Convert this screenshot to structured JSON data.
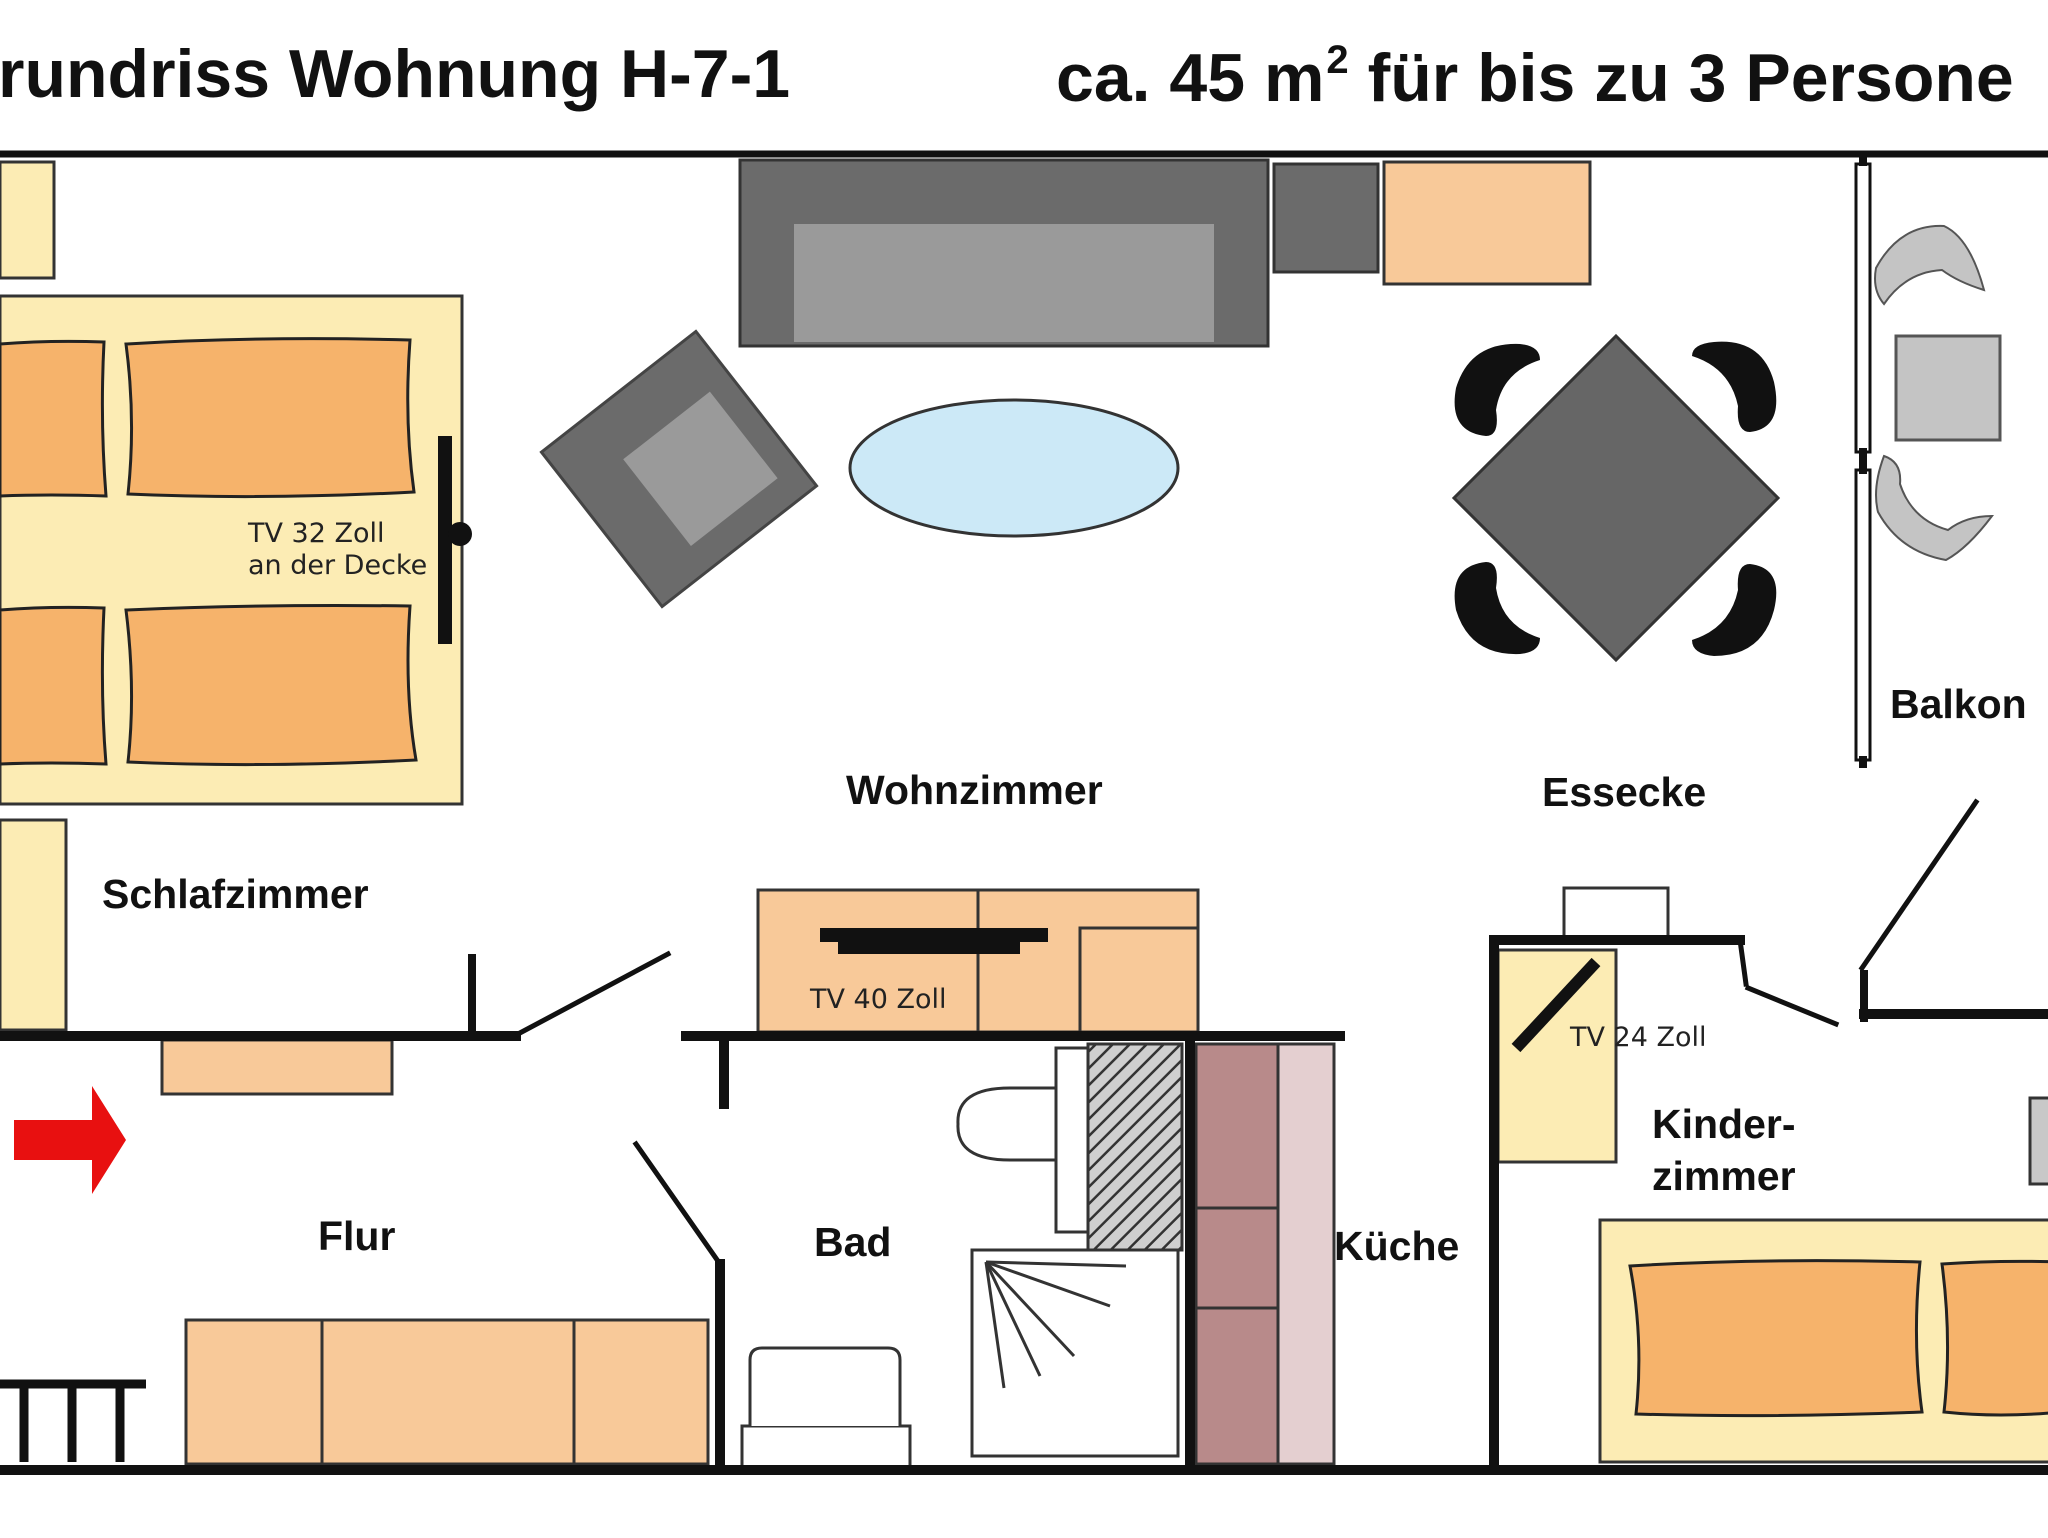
{
  "header": {
    "title": "rundriss Wohnung H-7-1",
    "area_prefix": "ca. 45 m",
    "area_exponent": "2",
    "area_suffix": " für bis zu 3 Persone"
  },
  "rooms": {
    "schlafzimmer": "Schlafzimmer",
    "wohnzimmer": "Wohnzimmer",
    "essecke": "Essecke",
    "balkon": "Balkon",
    "flur": "Flur",
    "bad": "Bad",
    "kueche": "Küche",
    "kinderzimmer_line1": "Kinder-",
    "kinderzimmer_line2": "zimmer"
  },
  "annotations": {
    "tv_bedroom_line1": "TV 32 Zoll",
    "tv_bedroom_line2": "an der Decke",
    "tv_living": "TV 40 Zoll",
    "tv_kids": "TV 24 Zoll"
  },
  "colors": {
    "wall": "#111111",
    "bed_frame": "#fcecb4",
    "pillow": "#f6b36b",
    "furniture_light": "#f8c999",
    "sofa_dark": "#6b6b6b",
    "sofa_light": "#9a9a9a",
    "rug": "#cce9f7",
    "table": "#666666",
    "chair": "#111111",
    "kitchen_counter": "#b88a8a",
    "kitchen_light": "#e4cfd0",
    "entrance_arrow": "#e81010"
  },
  "icons": {
    "entrance": "entrance-arrow-icon"
  }
}
